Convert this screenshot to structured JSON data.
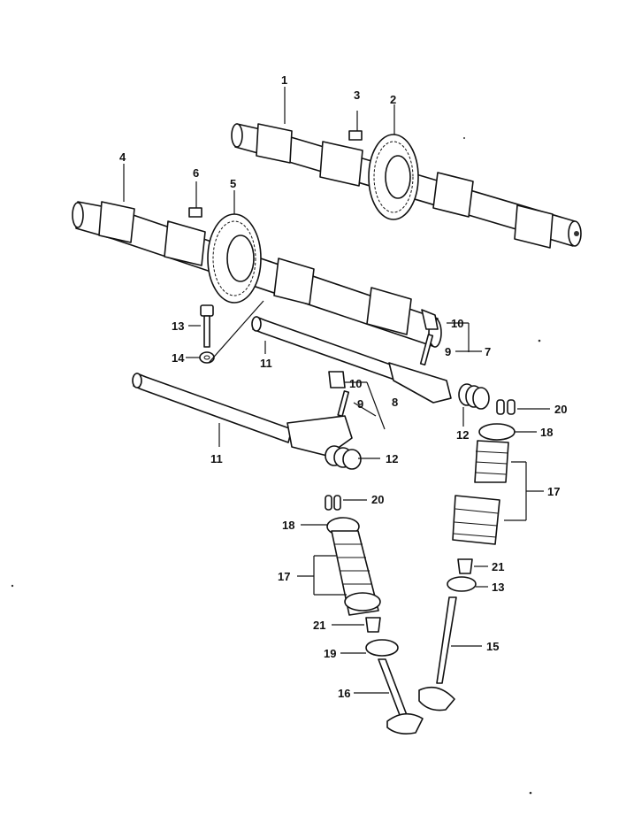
{
  "diagram": {
    "colors": {
      "ink": "#111111",
      "paper": "#ffffff"
    },
    "labels": {
      "l1": "1",
      "l2": "2",
      "l3": "3",
      "l4": "4",
      "l5": "5",
      "l6": "6",
      "l7": "7",
      "l8": "8",
      "l9a": "9",
      "l9b": "9",
      "l10a": "10",
      "l10b": "10",
      "l11a": "11",
      "l11b": "11",
      "l12a": "12",
      "l12b": "12",
      "l13a": "13",
      "l13b": "13",
      "l14": "14",
      "l15": "15",
      "l16": "16",
      "l17a": "17",
      "l17b": "17",
      "l18a": "18",
      "l18b": "18",
      "l19": "19",
      "l20a": "20",
      "l20b": "20",
      "l21a": "21",
      "l21b": "21"
    }
  }
}
